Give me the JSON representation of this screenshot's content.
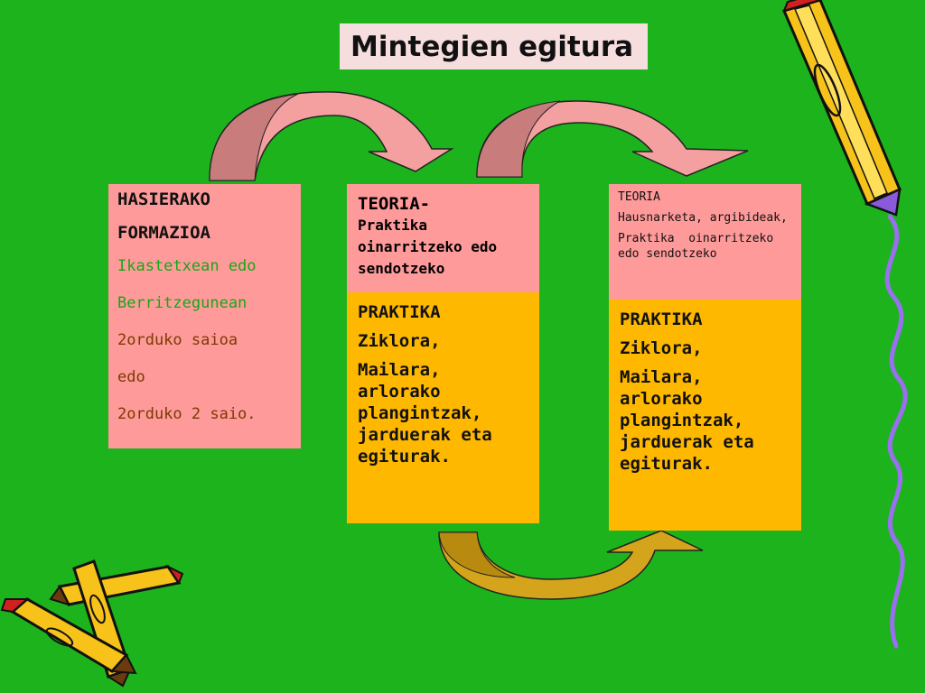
{
  "title": "Mintegien egitura",
  "box1": {
    "heading1": "HASIERAKO",
    "heading2": "FORMAZIOA",
    "line1": "Ikastetxean edo",
    "line2": "Berritzegunean",
    "line3": "2orduko saioa",
    "line4": "edo",
    "line5": "2orduko 2 saio."
  },
  "box2": {
    "top_heading": "TEORIA-",
    "top_text": "Praktika oinarritzeko edo sendotzeko",
    "bottom_heading": "PRAKTIKA",
    "bottom_line1": "Ziklora,",
    "bottom_line2": "Mailara, arlorako plangintzak, jarduerak eta egiturak."
  },
  "box3": {
    "top_heading": "TEORIA",
    "top_line1": "Hausnarketa, argibideak,",
    "top_line2": "Praktika  oinarritzeko edo sendotzeko",
    "bottom_heading": "PRAKTIKA",
    "bottom_line1": "Ziklora,",
    "bottom_line2": "Mailara, arlorako plangintzak, jarduerak eta egiturak."
  },
  "colors": {
    "background": "#1db31d",
    "pink_box": "#ff9a9a",
    "orange_box": "#ffb800",
    "arrow_pink": "#f4a0a0",
    "arrow_gold": "#d4a41c",
    "wave_line": "#9a6ff0"
  },
  "decorations": [
    "pencil-icon",
    "crossed-pencils-icon",
    "wavy-line"
  ]
}
